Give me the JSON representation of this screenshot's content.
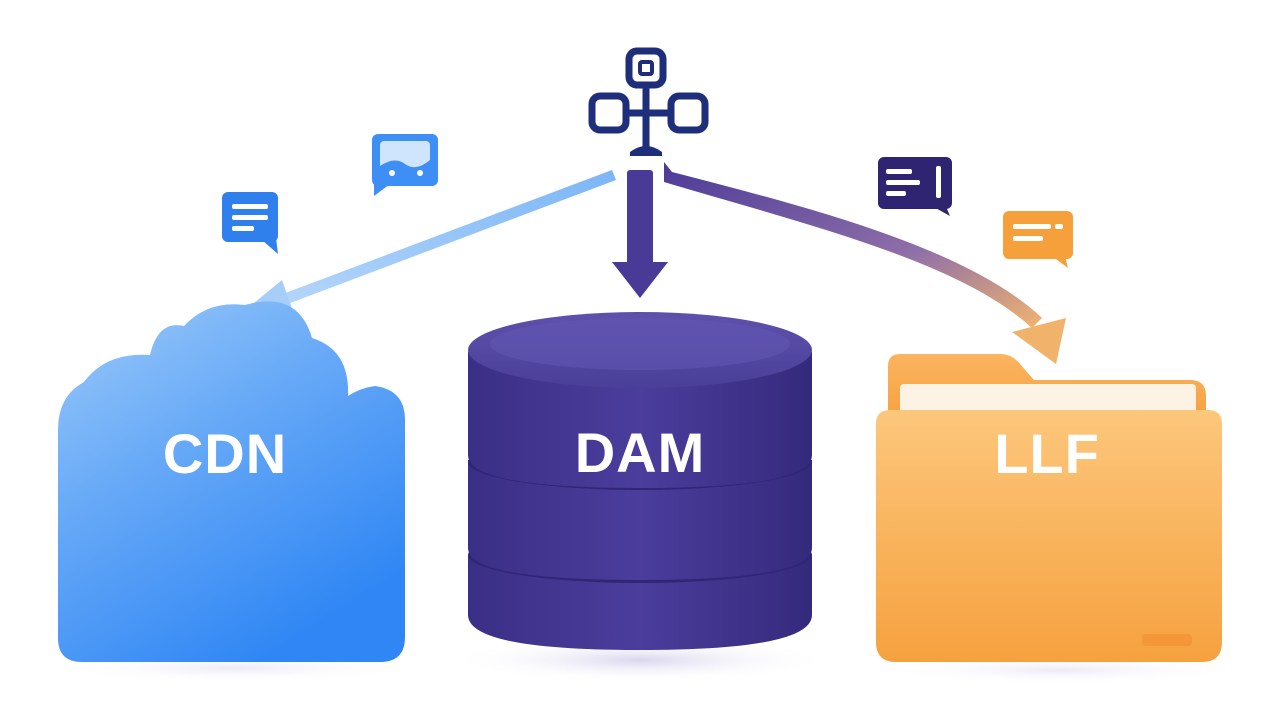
{
  "diagram": {
    "hub": {
      "icon": "network-hub-icon",
      "color": "#1e2e7a"
    },
    "nodes": {
      "cdn": {
        "label": "CDN",
        "shape": "cloud",
        "color": "#3d8ef5"
      },
      "dam": {
        "label": "DAM",
        "shape": "database",
        "color": "#3f3590"
      },
      "llf": {
        "label": "LLF",
        "shape": "folder",
        "color": "#f7a94a"
      }
    },
    "edges": [
      {
        "from": "hub",
        "to": "cdn",
        "color": "#8cc0f7"
      },
      {
        "from": "hub",
        "to": "dam",
        "color": "#4a3a98"
      },
      {
        "from": "hub",
        "to": "llf",
        "color": "#5a44a0"
      }
    ],
    "badges": [
      {
        "icon": "document-message-icon",
        "color": "#2f80ed"
      },
      {
        "icon": "image-message-icon",
        "color": "#3d8ef5"
      },
      {
        "icon": "text-message-icon",
        "color": "#2e2472"
      },
      {
        "icon": "chat-message-icon",
        "color": "#f5a03a"
      }
    ]
  }
}
